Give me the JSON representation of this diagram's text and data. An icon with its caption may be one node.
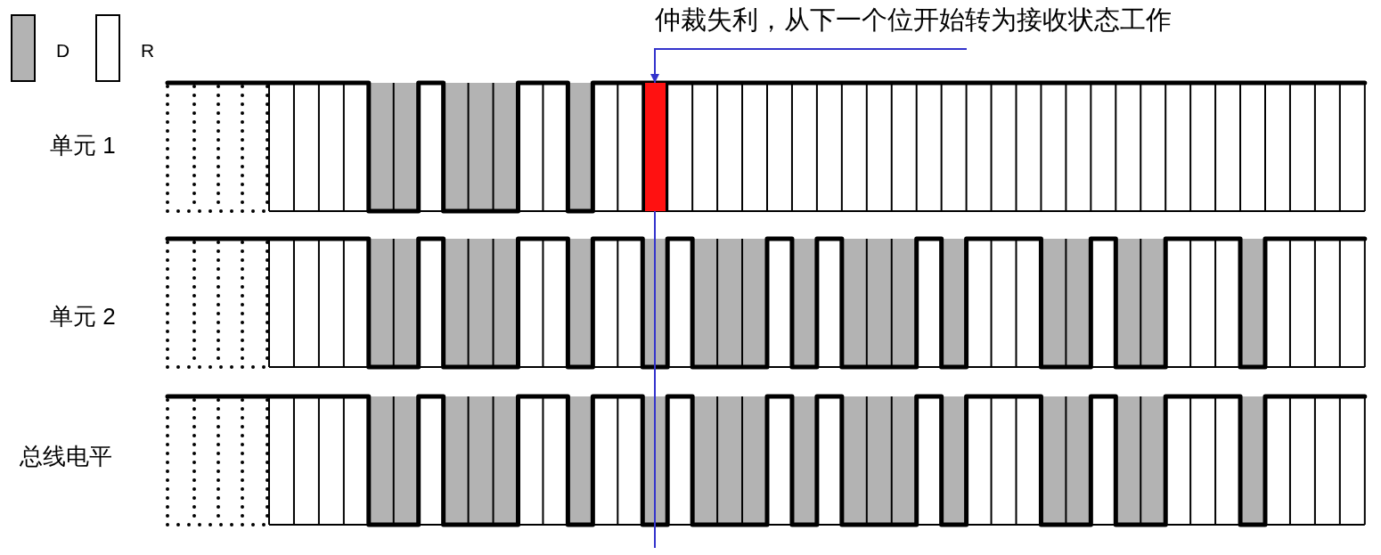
{
  "diagram": {
    "nodes": [
      {
        "text": [
          "仲裁失利，从下一个位开始转为接收状态工作"
        ]
      },
      {
        "text": [],
        "shape": "bar"
      }
    ],
    "edges": [
      {
        "from": 0,
        "to": 1,
        "arrow": "to",
        "color": "#3333cc"
      }
    ],
    "labels": [
      "单元 1",
      "单元 2",
      "总线电平"
    ],
    "legend": [
      {
        "text": "D",
        "color": "#b3b3b3"
      },
      {
        "text": "R",
        "color": "#ffffff"
      }
    ]
  }
}
